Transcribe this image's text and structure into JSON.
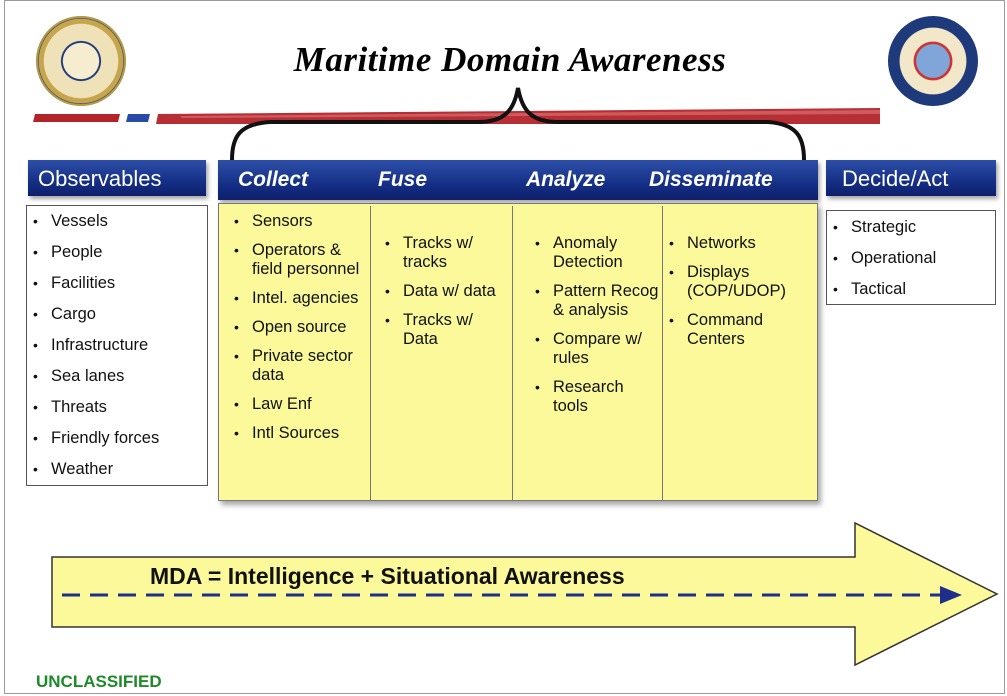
{
  "title": "Maritime Domain Awareness",
  "observables": {
    "header": "Observables",
    "items": [
      "Vessels",
      "People",
      "Facilities",
      "Cargo",
      "Infrastructure",
      "Sea lanes",
      "Threats",
      "Friendly forces",
      "Weather"
    ]
  },
  "process": {
    "headers": [
      "Collect",
      "Fuse",
      "Analyze",
      "Disseminate"
    ],
    "collect": [
      "Sensors",
      "Operators & field personnel",
      "Intel. agencies",
      "Open source",
      "Private sector data",
      "Law Enf",
      "Intl Sources"
    ],
    "fuse": [
      "Tracks w/ tracks",
      "Data w/ data",
      "Tracks w/ Data"
    ],
    "analyze": [
      "Anomaly Detection",
      "Pattern Recog & analysis",
      "Compare w/ rules",
      "Research tools"
    ],
    "disseminate": [
      "Networks",
      "Displays (COP/UDOP)",
      "Command Centers"
    ]
  },
  "decide": {
    "header": "Decide/Act",
    "items": [
      "Strategic",
      "Operational",
      "Tactical"
    ]
  },
  "arrow_text": "MDA = Intelligence + Situational Awareness",
  "classification": "UNCLASSIFIED",
  "colors": {
    "header_blue": "#152f86",
    "box_yellow": "#fbf99a",
    "arrow_yellow": "#fbf99a",
    "red_stripe": "#b3232a",
    "dashed_line": "#1d2f8a",
    "classification_green": "#1e8a2a"
  },
  "icons": [
    "coast-guard-seal-icon",
    "mda-seal-icon",
    "arrow-right-icon"
  ]
}
